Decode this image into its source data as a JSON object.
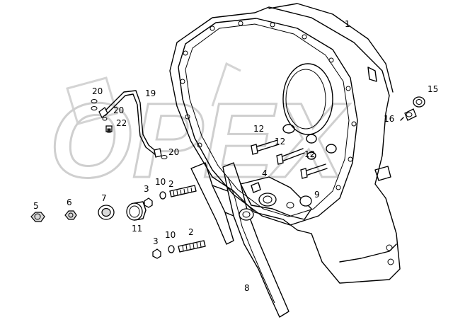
{
  "watermark": {
    "text": "OPEX"
  },
  "part_labels": {
    "p1": "1",
    "p2a": "2",
    "p2b": "2",
    "p3a": "3",
    "p3b": "3",
    "p4": "4",
    "p5": "5",
    "p6": "6",
    "p7": "7",
    "p8": "8",
    "p9": "9",
    "p10a": "10",
    "p10b": "10",
    "p11": "11",
    "p12a": "12",
    "p12b": "12",
    "p12c": "12",
    "p15": "15",
    "p16": "16",
    "p19": "19",
    "p20a": "20",
    "p20b": "20",
    "p20c": "20",
    "p22": "22"
  }
}
